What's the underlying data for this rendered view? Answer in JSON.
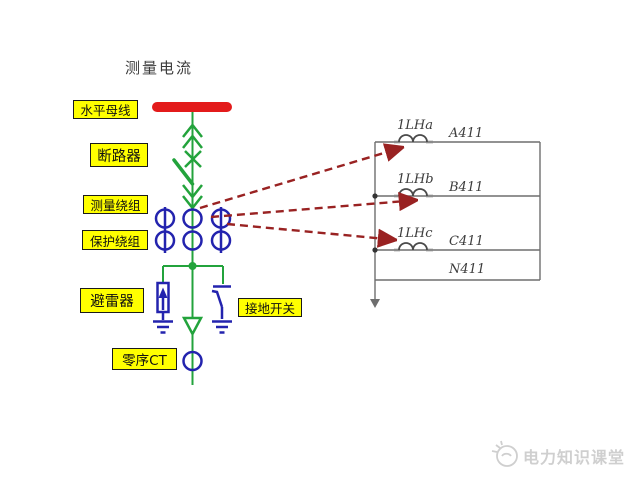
{
  "title": "测量电流",
  "diagram": {
    "component_labels": {
      "busbar": "水平母线",
      "breaker": "断路器",
      "measure_winding": "测量绕组",
      "protect_winding": "保护绕组",
      "arrester": "避雷器",
      "ground_switch": "接地开关",
      "zero_seq_ct": "零序CT"
    },
    "secondary_circuit": {
      "coils": [
        {
          "name": "1LHa",
          "wire": "A411"
        },
        {
          "name": "1LHb",
          "wire": "B411"
        },
        {
          "name": "1LHc",
          "wire": "C411"
        }
      ],
      "neutral_wire": "N411"
    }
  },
  "watermark": {
    "text": "电力知识课堂"
  },
  "colors": {
    "green": "#23a33c",
    "blue": "#2323ae",
    "busbar-red": "#e31b1b",
    "arrow-red": "#992222",
    "label-bg": "#ffff00",
    "wire-gray": "#6e6e6e",
    "watermark": "#cfcfcf"
  }
}
